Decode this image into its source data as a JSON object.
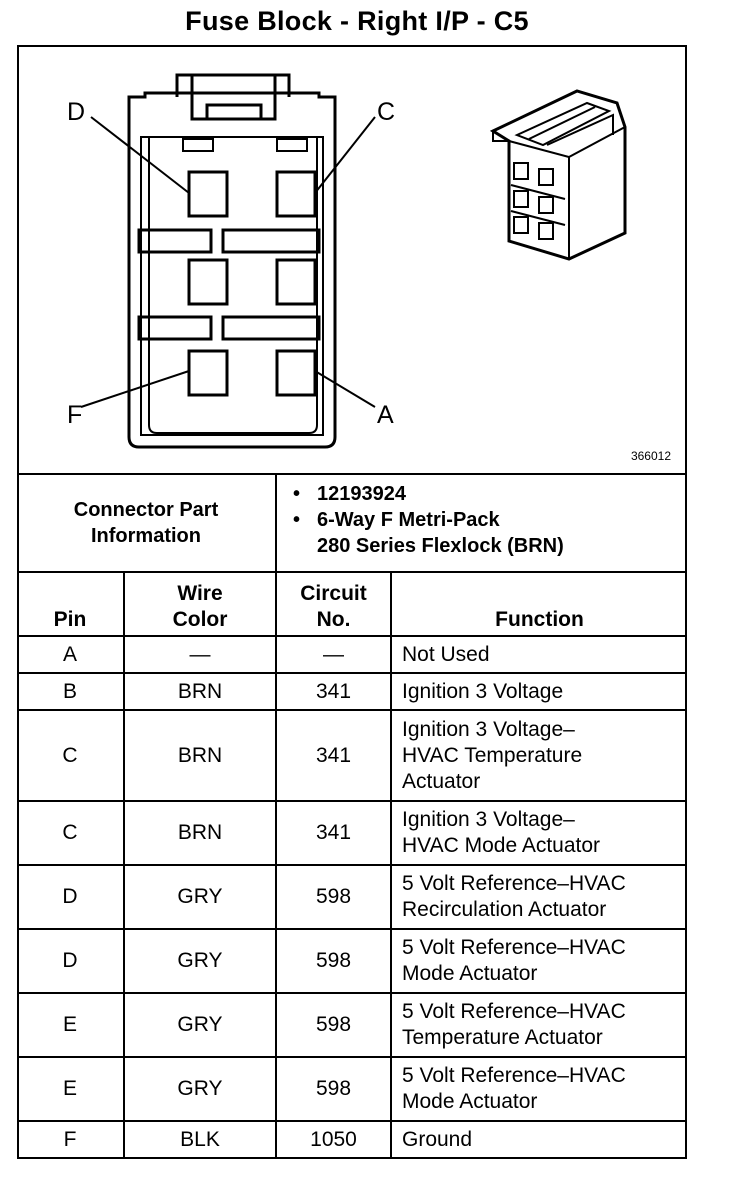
{
  "title": "Fuse Block - Right I/P - C5",
  "figure": {
    "id": "366012",
    "pin_labels": {
      "d": "D",
      "c": "C",
      "f": "F",
      "a": "A"
    }
  },
  "connector": {
    "label_line1": "Connector Part",
    "label_line2": "Information",
    "bullets": [
      "12193924",
      "6-Way F Metri-Pack",
      "280 Series Flexlock (BRN)"
    ]
  },
  "table": {
    "headers": {
      "pin": "Pin",
      "wire_color_1": "Wire",
      "wire_color_2": "Color",
      "circuit_1": "Circuit",
      "circuit_2": "No.",
      "function": "Function"
    },
    "rows": [
      {
        "pin": "A",
        "color": "—",
        "circuit": "—",
        "function": [
          "Not Used"
        ]
      },
      {
        "pin": "B",
        "color": "BRN",
        "circuit": "341",
        "function": [
          "Ignition 3 Voltage"
        ]
      },
      {
        "pin": "C",
        "color": "BRN",
        "circuit": "341",
        "function": [
          "Ignition 3 Voltage–",
          "HVAC Temperature",
          "Actuator"
        ]
      },
      {
        "pin": "C",
        "color": "BRN",
        "circuit": "341",
        "function": [
          "Ignition 3 Voltage–",
          "HVAC Mode Actuator"
        ]
      },
      {
        "pin": "D",
        "color": "GRY",
        "circuit": "598",
        "function": [
          "5 Volt Reference–HVAC",
          "Recirculation Actuator"
        ]
      },
      {
        "pin": "D",
        "color": "GRY",
        "circuit": "598",
        "function": [
          "5 Volt Reference–HVAC",
          "Mode Actuator"
        ]
      },
      {
        "pin": "E",
        "color": "GRY",
        "circuit": "598",
        "function": [
          "5 Volt Reference–HVAC",
          "Temperature Actuator"
        ]
      },
      {
        "pin": "E",
        "color": "GRY",
        "circuit": "598",
        "function": [
          "5 Volt Reference–HVAC",
          "Mode Actuator"
        ]
      },
      {
        "pin": "F",
        "color": "BLK",
        "circuit": "1050",
        "function": [
          "Ground"
        ]
      }
    ]
  }
}
